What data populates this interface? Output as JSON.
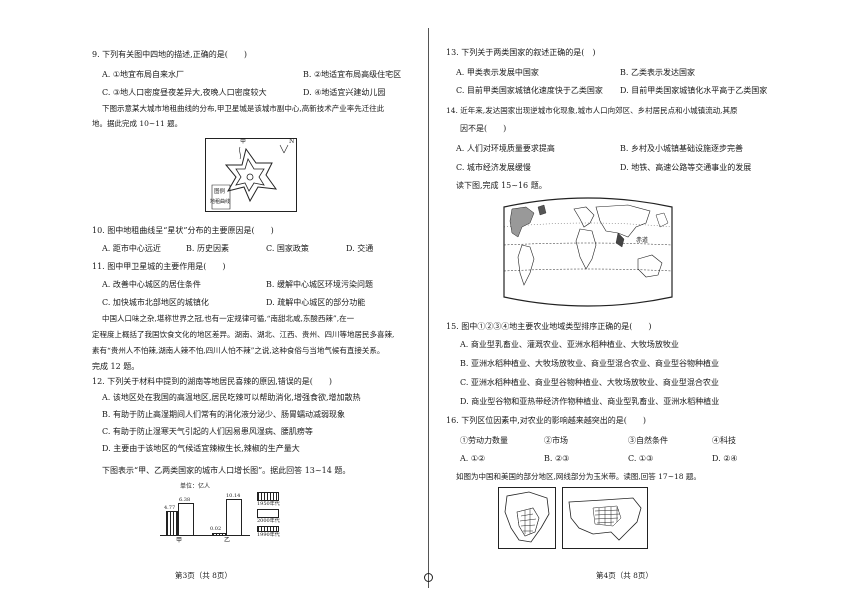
{
  "left": {
    "q9": {
      "stem": "9. 下列有关图中四地的描述,正确的是(　　)",
      "a": "A. ①地宜布局自来水厂",
      "b": "B. ②地适宜布局高级住宅区",
      "c": "C. ③地人口密度昼夜差异大,夜晚人口密度较大",
      "d": "D. ④地适宜兴建幼儿园"
    },
    "intro10": {
      "line1": "下图示意某大城市地租曲线的分布,甲卫星城是该城市副中心,高新技术产业率先迁往此",
      "line2": "地。据此完成 10~11 题。"
    },
    "fig10": {
      "jia": "甲",
      "north": "N",
      "legend_title": "图例",
      "legend_item": "地租曲线"
    },
    "q10": {
      "stem": "10. 图中地租曲线呈“星状”分布的主要原因是(　　)",
      "a": "A. 距市中心远近",
      "b": "B. 历史因素",
      "c": "C. 国家政策",
      "d": "D. 交通"
    },
    "q11": {
      "stem": "11. 图中甲卫星城的主要作用是(　　)",
      "a": "A. 改善中心城区的居住条件",
      "b": "B. 缓解中心城区环境污染问题",
      "c": "C. 加快城市北部地区的城镇化",
      "d": "D. 疏解中心城区的部分功能"
    },
    "intro12": {
      "line1": "中国人口味之杂,堪称世界之冠,也有一定规律可循,“南甜北咸,东酸西辣”,在一",
      "line2": "定程度上概括了我国饮食文化的地区差异。湖南、湖北、江西、贵州、四川等地居民多喜辣,",
      "line3": "素有“贵州人不怕辣,湖南人辣不怕,四川人怕不辣”之说,这种食俗与当地气候有直接关系。",
      "line4": "完成 12 题。"
    },
    "q12": {
      "stem": "12. 下列关于材料中提到的湖南等地居民喜辣的原因,错误的是(　　)",
      "a": "A. 该地区处在我国的高温地区,居民吃辣可以帮助消化,增强食欲,增加散热",
      "b": "B. 有助于防止高湿期间人们常有的消化液分泌少、肠胃蠕动减弱现象",
      "c": "C. 有助于防止湿寒天气引起的人们因易患风湿病、腰肌痨等",
      "d": "D. 主要由于该地区的气候适宜辣椒生长,辣椒的生产量大"
    },
    "intro13": "下图表示“甲、乙两类国家的城市人口增长图”。据此回答 13~14 题。",
    "chart": {
      "unit": "单位：亿人",
      "values": [
        "4.77",
        "6.38",
        "0.02",
        "10.14"
      ],
      "group_jia": "甲",
      "group_yi": "乙",
      "legend": [
        "1950年代",
        "2000年代",
        "1990年代"
      ]
    },
    "footer": "第3页（共 8页）"
  },
  "right": {
    "q13": {
      "stem": "13. 下列关于两类国家的叙述正确的是(　)",
      "a": "A. 甲类表示发展中国家",
      "b": "B. 乙类表示发达国家",
      "c": "C. 目前甲类国家城镇化速度快于乙类国家",
      "d": "D. 目前甲类国家城镇化水平高于乙类国家"
    },
    "q14": {
      "line1": "14. 近年来,发达国家出现逆城市化现象,城市人口向郊区、乡村居民点和小城镇流动,其原",
      "line2": "因不是(　　)",
      "a": "A. 人们对环境质量要求提高",
      "b": "B. 乡村及小城镇基础设施逐步完善",
      "c": "C. 城市经济发展缓慢",
      "d": "D. 地铁、高速公路等交通事业的发展"
    },
    "intro15": "读下图,完成 15~16 题。",
    "map_label": "赤道",
    "q15": {
      "stem": "15. 图中①②③④地主要农业地域类型排序正确的是(　　)",
      "a": "A. 商业型乳畜业、灌溉农业、亚洲水稻种植业、大牧场放牧业",
      "b": "B. 亚洲水稻种植业、大牧场放牧业、商业型混合农业、商业型谷物种植业",
      "c": "C. 亚洲水稻种植业、商业型谷物种植业、大牧场放牧业、商业型混合农业",
      "d": "D. 商业型谷物和亚热带经济作物种植业、商业型乳畜业、亚洲水稻种植业"
    },
    "q16": {
      "stem": "16. 下列区位因素中,对农业的影响越来越突出的是(　　)",
      "o1": "①劳动力数量",
      "o2": "②市场",
      "o3": "③自然条件",
      "o4": "④科技",
      "a": "A. ①②",
      "b": "B. ②③",
      "c": "C. ①③",
      "d": "D. ②④"
    },
    "intro17": "如图为中国和美国的部分地区,网线部分为玉米带。读图,回答 17~18 题。",
    "footer": "第4页（共 8页）"
  }
}
